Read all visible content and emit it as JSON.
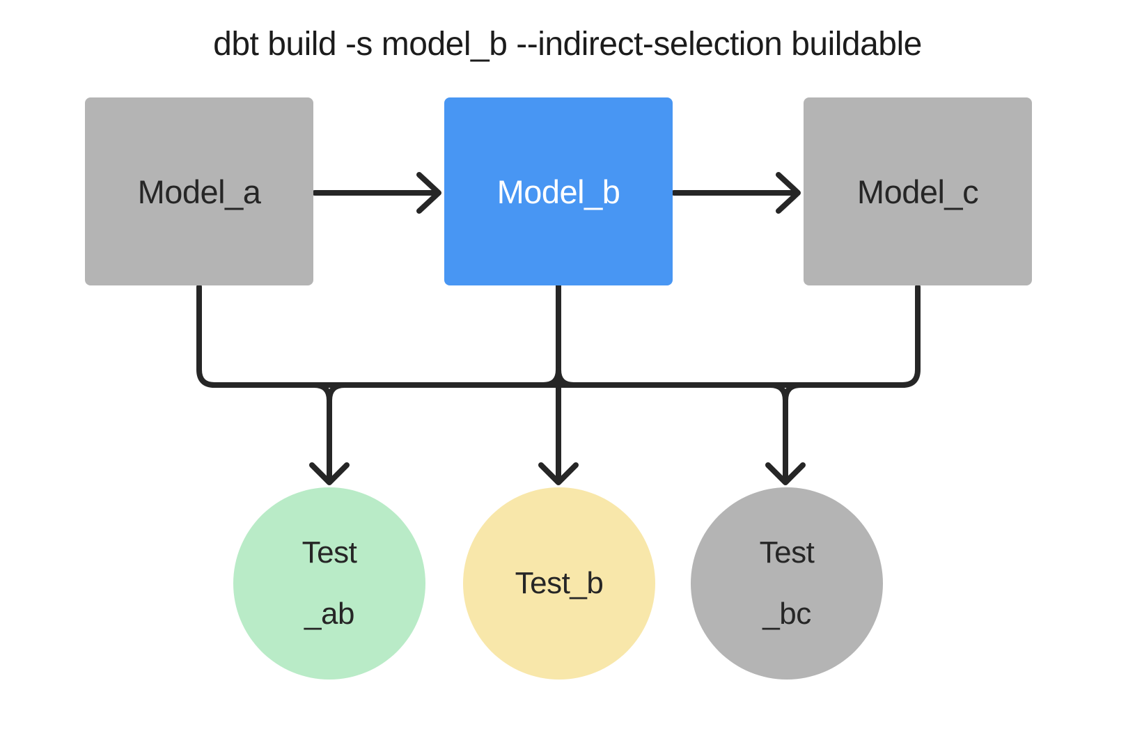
{
  "title": "dbt build -s model_b --indirect-selection buildable",
  "models": [
    {
      "id": "model_a",
      "label": "Model_a",
      "highlighted": false
    },
    {
      "id": "model_b",
      "label": "Model_b",
      "highlighted": true
    },
    {
      "id": "model_c",
      "label": "Model_c",
      "highlighted": false
    }
  ],
  "tests": [
    {
      "id": "test_ab",
      "lines": [
        "Test",
        "_ab"
      ],
      "fill": "#b9ebc7"
    },
    {
      "id": "test_b",
      "lines": [
        "Test_b"
      ],
      "fill": "#f8e7aa"
    },
    {
      "id": "test_bc",
      "lines": [
        "Test",
        "_bc"
      ],
      "fill": "#b4b4b4"
    }
  ],
  "edges": [
    {
      "from": "model_a",
      "to": "model_b"
    },
    {
      "from": "model_b",
      "to": "model_c"
    },
    {
      "from": "model_a",
      "to": "test_ab"
    },
    {
      "from": "model_b",
      "to": "test_ab"
    },
    {
      "from": "model_b",
      "to": "test_b"
    },
    {
      "from": "model_b",
      "to": "test_bc"
    },
    {
      "from": "model_c",
      "to": "test_bc"
    }
  ],
  "colors": {
    "model_gray": "#b4b4b4",
    "model_blue_selected": "#4896f3",
    "test_green": "#b9ebc7",
    "test_yellow": "#f8e7aa",
    "test_gray": "#b4b4b4",
    "connector": "#262626",
    "text_dark": "#262626",
    "text_light": "#ffffff",
    "title_text": "#1c1c1c",
    "background": "#ffffff"
  }
}
